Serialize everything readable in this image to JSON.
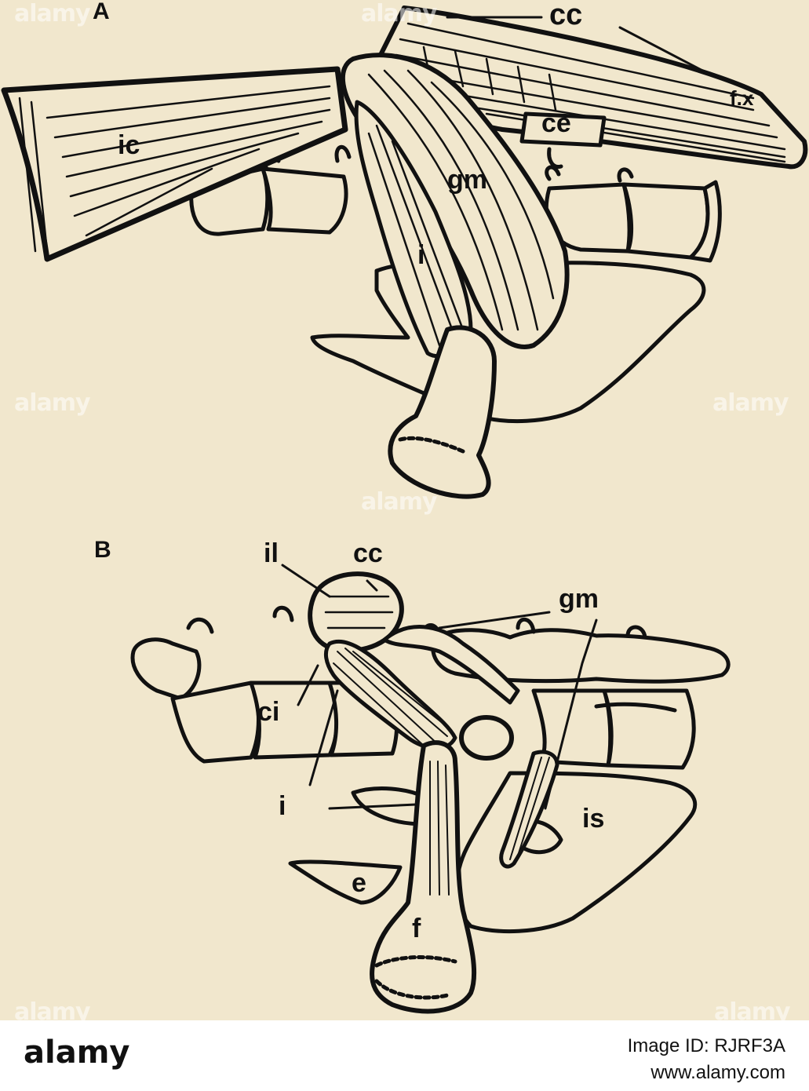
{
  "figure": {
    "panels": [
      {
        "id": "A",
        "label": "A"
      },
      {
        "id": "B",
        "label": "B"
      }
    ],
    "labels_a": {
      "cc": "cc",
      "fx": "f.x",
      "ic": "ic",
      "ce": "ce",
      "gm": "gm",
      "i": "i"
    },
    "labels_b": {
      "il": "il",
      "cc": "cc",
      "gm_upper": "gm",
      "gm_right": "gm",
      "ci": "ci",
      "i": "i",
      "is": "is",
      "e": "e",
      "f": "f"
    }
  },
  "watermarks": [
    "alamy",
    "alamy",
    "alamy",
    "alamy",
    "alamy",
    "alamy",
    "alamy"
  ],
  "footer": {
    "logo": "alamy",
    "image_id": "Image ID: RJRF3A",
    "url": "www.alamy.com"
  },
  "colors": {
    "paper": "#f1e7cd",
    "ink": "#111111"
  }
}
